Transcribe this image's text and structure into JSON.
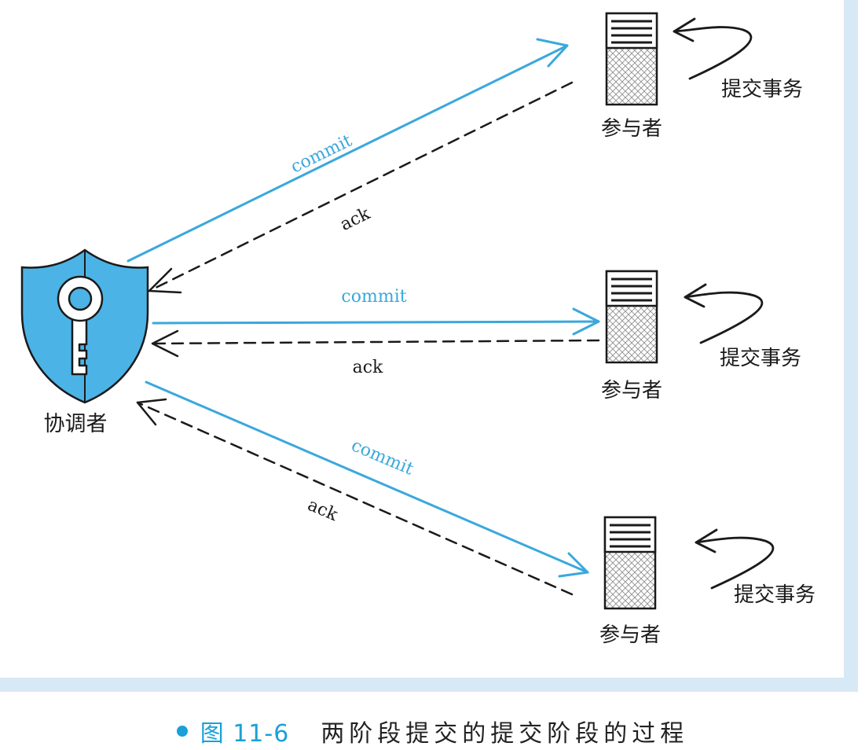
{
  "coordinator": {
    "label": "协调者"
  },
  "participants": [
    {
      "label": "参与者",
      "action_label": "提交事务"
    },
    {
      "label": "参与者",
      "action_label": "提交事务"
    },
    {
      "label": "参与者",
      "action_label": "提交事务"
    }
  ],
  "messages": [
    {
      "commit_label": "commit",
      "ack_label": "ack"
    },
    {
      "commit_label": "commit",
      "ack_label": "ack"
    },
    {
      "commit_label": "commit",
      "ack_label": "ack"
    }
  ],
  "caption": {
    "figure_label": "图 11-6",
    "title": "两阶段提交的提交阶段的过程"
  },
  "colors": {
    "accent": "#3aa8dc",
    "frame": "#d7e9f5",
    "line_dark": "#1a1a1a",
    "shield": "#4cb3e6"
  }
}
